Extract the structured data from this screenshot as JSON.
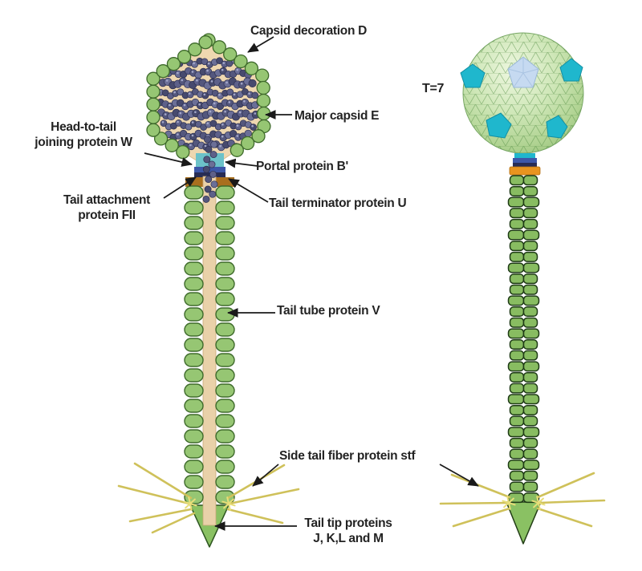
{
  "diagram": {
    "labels": {
      "capsid_decoration": "Capsid decoration D",
      "major_capsid": "Major capsid E",
      "head_to_tail": {
        "line1": "Head-to-tail",
        "line2": "joining protein W"
      },
      "portal": "Portal protein B'",
      "tail_attachment": {
        "line1": "Tail attachment",
        "line2": "protein FII"
      },
      "tail_terminator": "Tail terminator protein U",
      "tail_tube": "Tail tube protein V",
      "side_tail_fiber": "Side tail fiber protein stf",
      "tail_tip": {
        "line1": "Tail tip proteins",
        "line2": "J, K,L and M"
      },
      "t_number": "T=7"
    },
    "colors": {
      "capsid_green": "#96c673",
      "capsid_green_dark": "#3e6a2b",
      "capsid_interior_tan": "#eed7b0",
      "dna_dark": "#54577d",
      "neck_cyan": "#6cc2c9",
      "neck_blue": "#3d57a8",
      "neck_navy": "#272c55",
      "neck_brown": "#a96f1e",
      "neck_orange": "#e8941f",
      "tail_tube_tan": "#e9d1a9",
      "fiber_yellow": "#cfc15a",
      "cone_green": "#8ac163",
      "sphere_green": "#cfe7b8",
      "pentagon_cyan": "#1fb7cd",
      "pentagon_blue": "#c6daf1",
      "arrow": "#1a1a1a",
      "text": "#232323"
    }
  }
}
